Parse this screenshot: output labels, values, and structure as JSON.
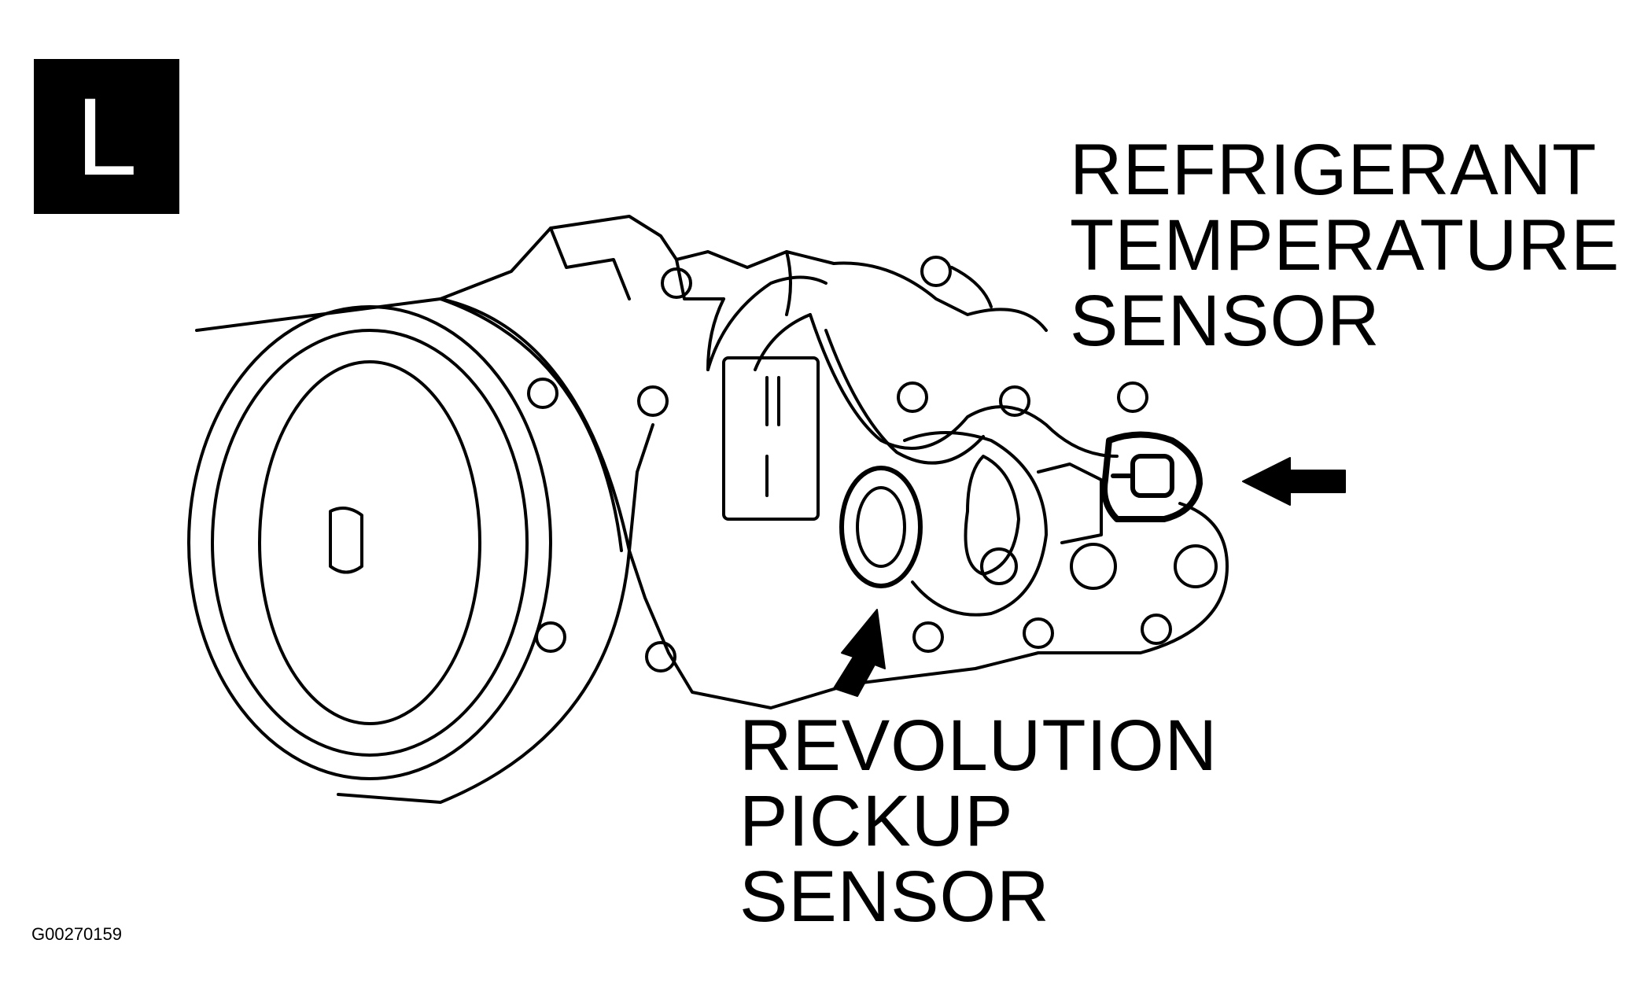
{
  "view_badge": "L",
  "callouts": {
    "refrigerant_temperature_sensor": [
      "REFRIGERANT",
      "TEMPERATURE",
      "SENSOR"
    ],
    "revolution_pickup_sensor": [
      "REVOLUTION",
      "PICKUP",
      "SENSOR"
    ]
  },
  "figure_id": "G00270159",
  "colors": {
    "ink": "#000000",
    "paper": "#ffffff"
  }
}
